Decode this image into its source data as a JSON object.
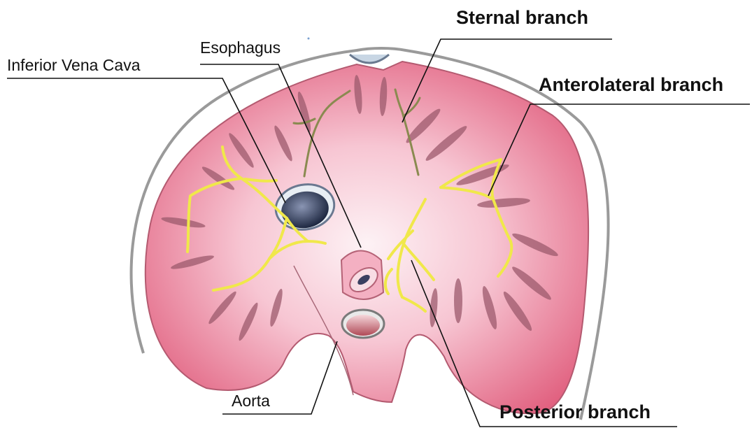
{
  "labels": {
    "ivc": "Inferior Vena Cava",
    "esophagus": "Esophagus",
    "sternal": "Sternal branch",
    "anterolateral": "Anterolateral branch",
    "aorta": "Aorta",
    "posterior": "Posterior branch"
  },
  "colors": {
    "muscle_edge": "#e1607f",
    "muscle_center": "#fdf0f3",
    "nerve_yellow": "#f0e84a",
    "nerve_olive": "#8a8a50",
    "fiber": "#9c5a6c",
    "vessel_dark": "#2a3550",
    "outline": "#9a9a9a"
  }
}
